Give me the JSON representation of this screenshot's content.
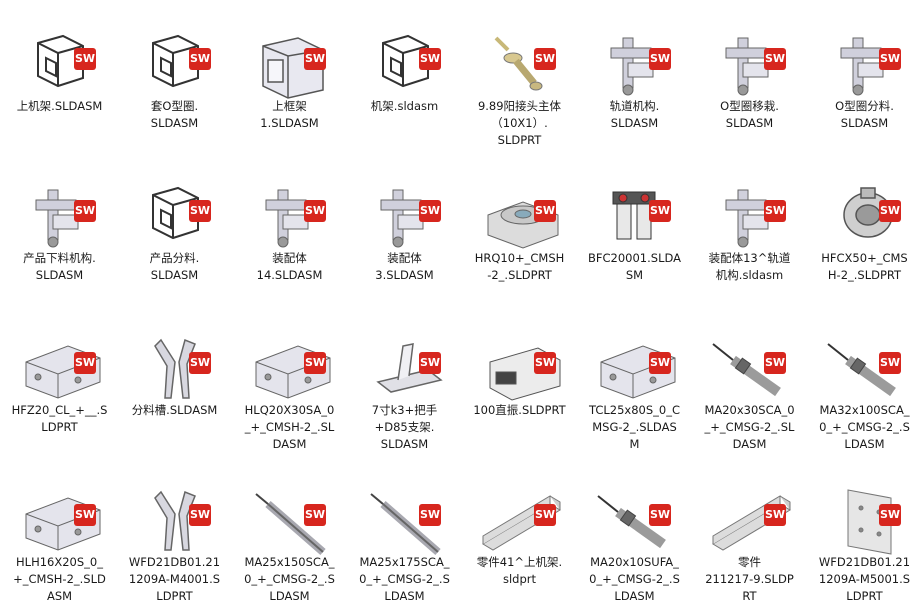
{
  "badge_text": "SW",
  "files": [
    {
      "name": "上机架.SLDASM",
      "icon": "frame-assembly-icon"
    },
    {
      "name": "套O型圈.\nSLDASM",
      "icon": "frame-assembly-icon"
    },
    {
      "name": "上框架\n1.SLDASM",
      "icon": "cabinet-assembly-icon"
    },
    {
      "name": "机架.sldasm",
      "icon": "frame-assembly-icon"
    },
    {
      "name": "9.89阳接头主体\n（10X1）.\nSLDPRT",
      "icon": "connector-part-icon"
    },
    {
      "name": "轨道机构.\nSLDASM",
      "icon": "mechanism-assembly-icon"
    },
    {
      "name": "O型圈移栽.\nSLDASM",
      "icon": "mechanism-assembly-icon"
    },
    {
      "name": "O型圈分料.\nSLDASM",
      "icon": "mechanism-assembly-icon"
    },
    {
      "name": "产品下料机构.\nSLDASM",
      "icon": "mechanism-assembly-icon"
    },
    {
      "name": "产品分料.\nSLDASM",
      "icon": "frame-assembly-icon"
    },
    {
      "name": "装配体\n14.SLDASM",
      "icon": "mechanism-assembly-icon"
    },
    {
      "name": "装配体\n3.SLDASM",
      "icon": "mechanism-assembly-icon"
    },
    {
      "name": "HRQ10+_CMSH\n-2_.SLDPRT",
      "icon": "rotary-table-icon"
    },
    {
      "name": "BFC20001.SLDA\nSM",
      "icon": "filter-regulator-icon"
    },
    {
      "name": "装配体13^轨道\n机构.sldasm",
      "icon": "mechanism-assembly-icon"
    },
    {
      "name": "HFCX50+_CMS\nH-2_.SLDPRT",
      "icon": "gripper-part-icon"
    },
    {
      "name": "HFZ20_CL_+__.S\nLDPRT",
      "icon": "slide-part-icon"
    },
    {
      "name": "分料槽.SLDASM",
      "icon": "chute-part-icon"
    },
    {
      "name": "HLQ20X30SA_0\n_+_CMSH-2_.SL\nDASM",
      "icon": "slide-part-icon"
    },
    {
      "name": "7寸k3+把手\n+D85支架.\nSLDASM",
      "icon": "bracket-assembly-icon"
    },
    {
      "name": "100直振.SLDPRT",
      "icon": "vibrator-part-icon"
    },
    {
      "name": "TCL25x80S_0_C\nMSG-2_.SLDAS\nM",
      "icon": "slide-part-icon"
    },
    {
      "name": "MA20x30SCA_0\n_+_CMSG-2_.SL\nDASM",
      "icon": "cylinder-part-icon"
    },
    {
      "name": "MA32x100SCA_\n0_+_CMSG-2_.S\nLDASM",
      "icon": "cylinder-part-icon"
    },
    {
      "name": "HLH16X20S_0_\n+_CMSH-2_.SLD\nASM",
      "icon": "slide-part-icon"
    },
    {
      "name": "WFD21DB01.21\n1209A-M4001.S\nLDPRT",
      "icon": "chute-part-icon"
    },
    {
      "name": "MA25x150SCA_\n0_+_CMSG-2_.S\nLDASM",
      "icon": "long-cylinder-icon"
    },
    {
      "name": "MA25x175SCA_\n0_+_CMSG-2_.S\nLDASM",
      "icon": "long-cylinder-icon"
    },
    {
      "name": "零件41^上机架.\nsldprt",
      "icon": "aluminum-profile-icon"
    },
    {
      "name": "MA20x10SUFA_\n0_+_CMSG-2_.S\nLDASM",
      "icon": "cylinder-part-icon"
    },
    {
      "name": "零件\n211217-9.SLDP\nRT",
      "icon": "aluminum-profile-icon"
    },
    {
      "name": "WFD21DB01.21\n1209A-M5001.S\nLDPRT",
      "icon": "plate-part-icon"
    }
  ]
}
